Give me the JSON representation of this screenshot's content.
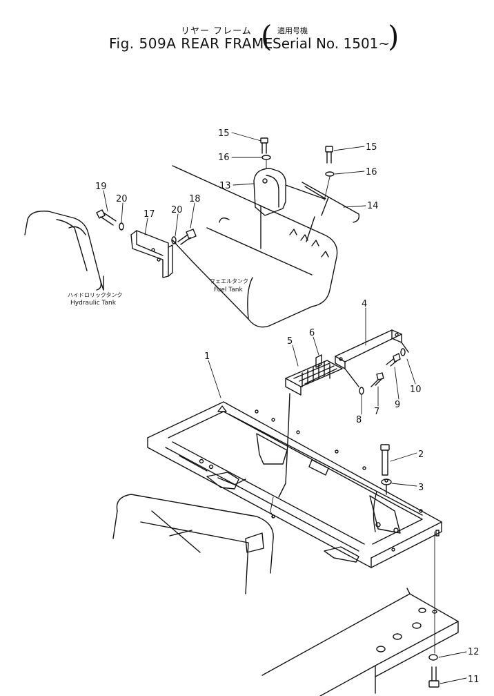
{
  "header": {
    "title_jp": "リヤー フレーム",
    "title_en": "Fig. 509A REAR FRAME",
    "serial_jp": "適用号機",
    "serial_en": "Serial No. 1501~"
  },
  "labels": {
    "hydraulic_tank_jp": "ハイドロリックタンク",
    "hydraulic_tank_en": "Hydraulic Tank",
    "fuel_tank_jp": "フェエルタンク",
    "fuel_tank_en": "Fuel Tank"
  },
  "callouts": [
    "1",
    "2",
    "3",
    "4",
    "5",
    "6",
    "7",
    "8",
    "9",
    "10",
    "11",
    "12",
    "13",
    "14",
    "15",
    "15",
    "16",
    "16",
    "17",
    "18",
    "19",
    "20",
    "20"
  ]
}
